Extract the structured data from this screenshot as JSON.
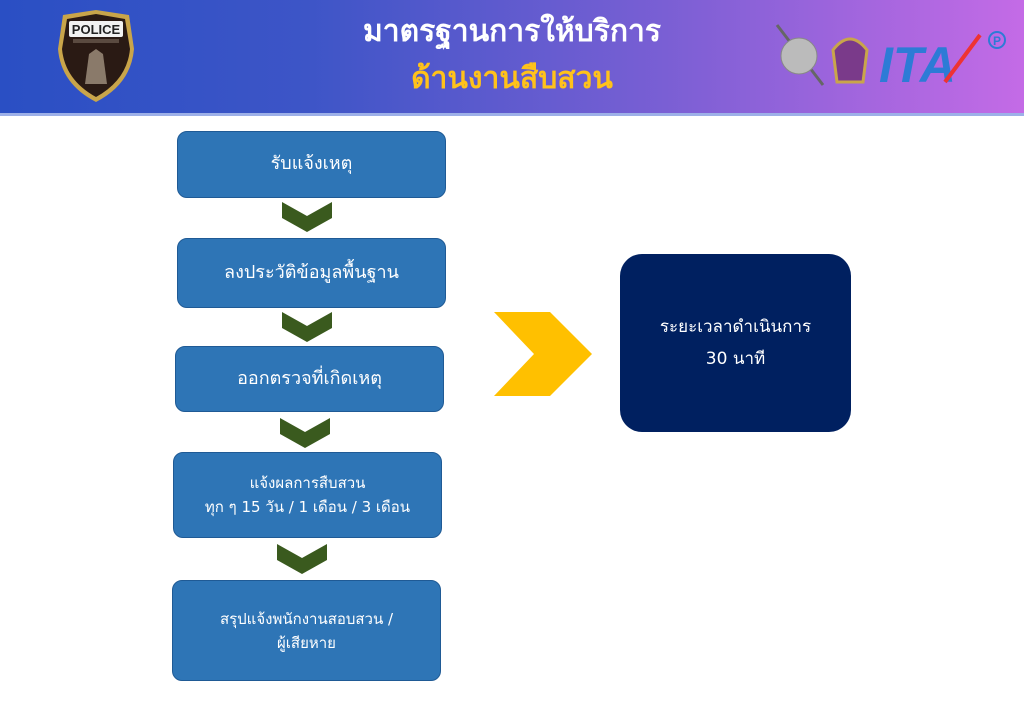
{
  "header": {
    "title": "มาตรฐานการให้บริการ",
    "subtitle": "ด้านงานสืบสวน",
    "badge_text": "POLICE",
    "ita_text": "ITA",
    "ita_mark": "P"
  },
  "steps": [
    {
      "lines": [
        "รับแจ้งเหตุ"
      ]
    },
    {
      "lines": [
        "ลงประวัติข้อมูลพื้นฐาน"
      ]
    },
    {
      "lines": [
        "ออกตรวจที่เกิดเหตุ"
      ]
    },
    {
      "lines": [
        "แจ้งผลการสืบสวน",
        "ทุก ๆ 15 วัน / 1 เดือน / 3 เดือน"
      ]
    },
    {
      "lines": [
        "สรุปแจ้งพนักงานสอบสวน /",
        "ผู้เสียหาย"
      ]
    }
  ],
  "result": {
    "line1": "ระยะเวลาดำเนินการ",
    "line2": "30 นาที"
  },
  "colors": {
    "step": "#2e75b6",
    "chevron": "#3a5a1e",
    "arrow": "#ffc000",
    "result": "#002060"
  }
}
